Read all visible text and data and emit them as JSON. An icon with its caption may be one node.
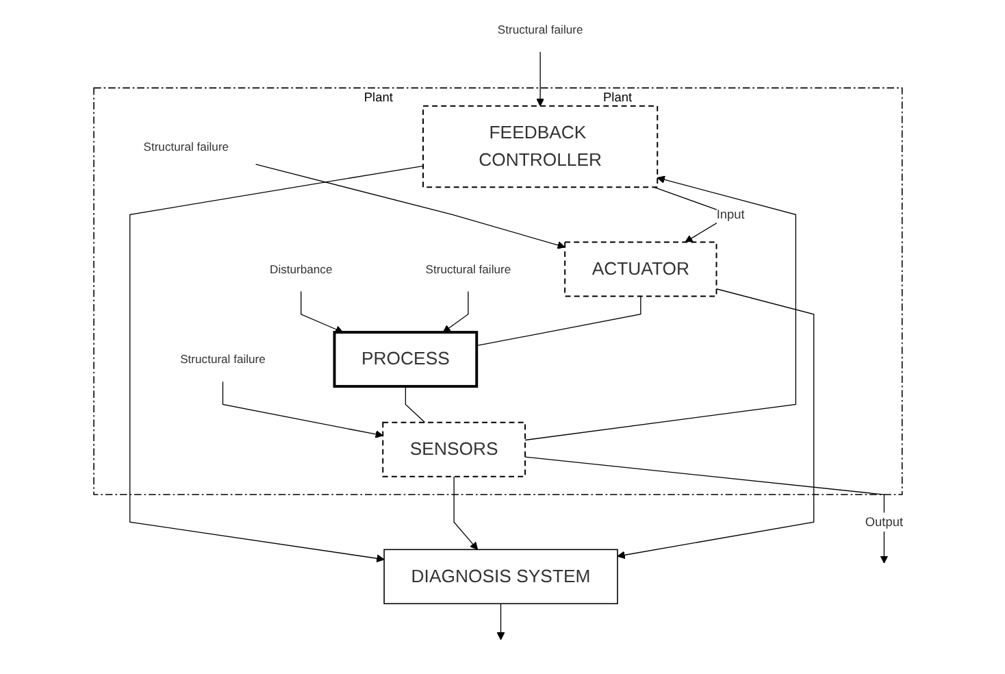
{
  "diagram": {
    "nodes": [
      {
        "text": [
          "Plant",
          "Plant"
        ]
      },
      {
        "text": [
          "Structural failure"
        ]
      },
      {
        "text": [
          "FEEDBACK CONTROLLER"
        ],
        "in": 0
      },
      {
        "text": [
          "Structural failure"
        ],
        "in": 0
      },
      {
        "text": [
          "Disturbance"
        ],
        "in": 0
      },
      {
        "text": [
          "Structural failure"
        ],
        "in": 0
      },
      {
        "text": [
          "Structural failure"
        ],
        "in": 0
      },
      {
        "text": [
          "ACTUATOR"
        ],
        "in": 0
      },
      {
        "text": [
          "PROCESS"
        ],
        "in": 0
      },
      {
        "text": [
          "SENSORS"
        ],
        "in": 0
      },
      {
        "text": [
          "DIAGNOSIS SYSTEM"
        ]
      }
    ],
    "edges": [
      {
        "from": 1,
        "to": 2,
        "arrow": "to"
      },
      {
        "from": 3,
        "to": 7,
        "arrow": "to"
      },
      {
        "from": 4,
        "to": 8,
        "arrow": "to"
      },
      {
        "from": 5,
        "to": 8,
        "arrow": "to"
      },
      {
        "from": 6,
        "to": 9,
        "arrow": "to"
      },
      {
        "from": 2,
        "to": 7,
        "arrow": "to",
        "label": "Input"
      },
      {
        "from": 2,
        "to": 10,
        "arrow": "to"
      },
      {
        "from": 7,
        "to": 8,
        "arrow": "none"
      },
      {
        "from": 8,
        "to": 9,
        "arrow": "none"
      },
      {
        "from": 9,
        "to": null,
        "arrow": "to",
        "label": "Output"
      },
      {
        "from": 9,
        "to": 2,
        "arrow": "to"
      },
      {
        "from": 9,
        "to": 10,
        "arrow": "to"
      },
      {
        "from": 7,
        "to": 10,
        "arrow": "to"
      },
      {
        "from": 10,
        "to": null,
        "arrow": "to"
      }
    ]
  }
}
